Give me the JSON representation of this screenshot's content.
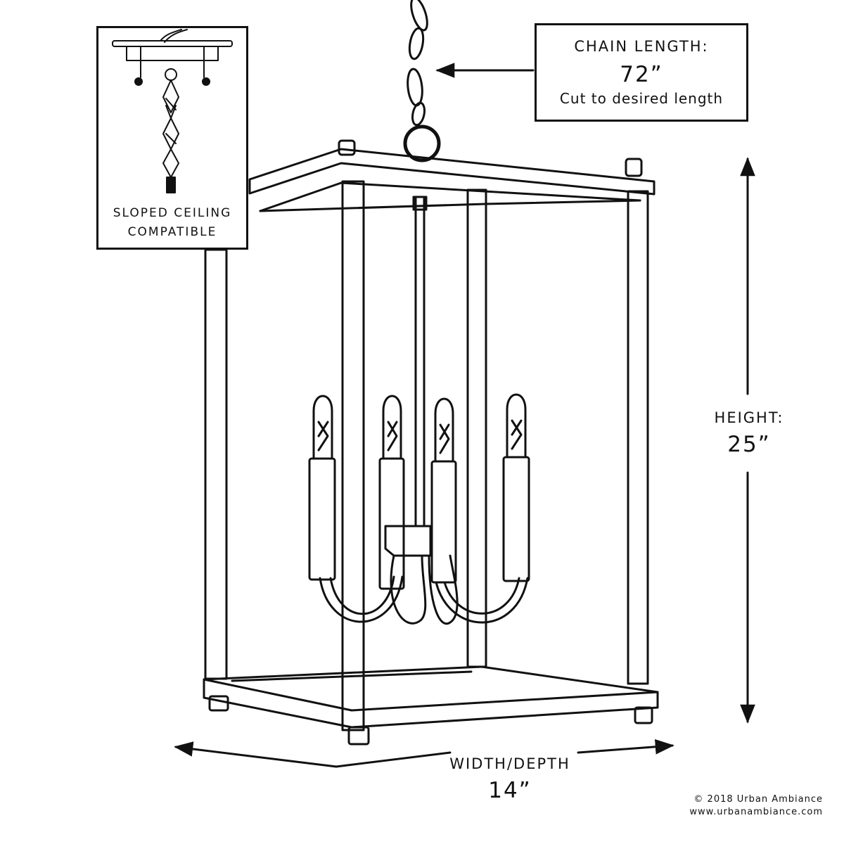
{
  "inset": {
    "caption_line1": "SLOPED CEILING",
    "caption_line2": "COMPATIBLE"
  },
  "chain": {
    "label": "CHAIN LENGTH:",
    "value": "72”",
    "note": "Cut to desired length"
  },
  "height": {
    "label": "HEIGHT:",
    "value": "25”"
  },
  "width": {
    "label": "WIDTH/DEPTH",
    "value": "14”"
  },
  "footer": {
    "copyright": "© 2018 Urban Ambiance",
    "website": "www.urbanambiance.com"
  }
}
